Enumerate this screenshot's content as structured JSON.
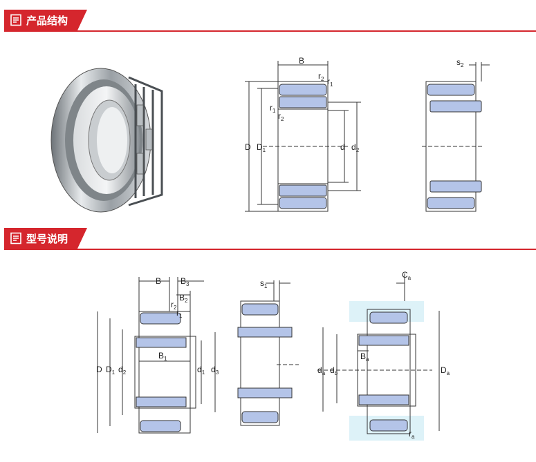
{
  "sections": [
    {
      "title": "产品结构",
      "icon": "document-icon"
    },
    {
      "title": "型号说明",
      "icon": "document-icon"
    }
  ],
  "diagram1": {
    "labels": {
      "B": "B",
      "r2": "r",
      "r2sub": "2",
      "r1": "r",
      "r1sub": "1",
      "D": "D",
      "D1": "D",
      "D1sub": "1",
      "d": "d",
      "d2": "d",
      "d2sub": "2"
    }
  },
  "diagram2": {
    "labels": {
      "s2": "s",
      "s2sub": "2"
    }
  },
  "diagram3": {
    "labels": {
      "B": "B",
      "B3": "B",
      "B3sub": "3",
      "B2": "B",
      "B2sub": "2",
      "r2": "r",
      "r2sub": "2",
      "r1": "r",
      "r1sub": "1",
      "D": "D",
      "D1": "D",
      "D1sub": "1",
      "d2": "d",
      "d2sub": "2",
      "B1": "B",
      "B1sub": "1",
      "d1": "d",
      "d1sub": "1",
      "d3": "d",
      "d3sub": "3"
    }
  },
  "diagram4": {
    "labels": {
      "s1": "s",
      "s1sub": "1"
    }
  },
  "diagram5": {
    "labels": {
      "Ca": "C",
      "Casub": "a",
      "da": "d",
      "dasub": "a",
      "db": "d",
      "dbsub": "b",
      "Ba": "B",
      "Basub": "a",
      "Da": "D",
      "Dasub": "a",
      "ra": "r",
      "rasub": "a"
    }
  },
  "colors": {
    "accent": "#d5262d",
    "roller": "#b4c4e8",
    "shade": "#ddf2f8",
    "line": "#333333"
  }
}
